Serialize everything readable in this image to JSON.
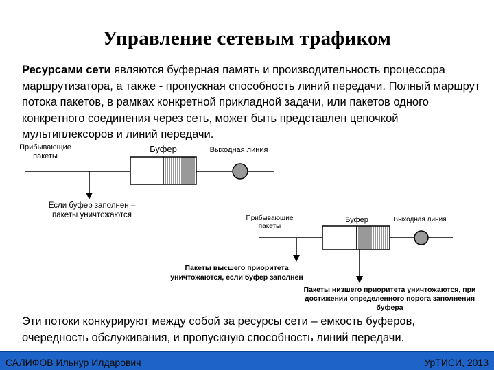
{
  "title": "Управление сетевым трафиком",
  "intro": {
    "lead": "Ресурсами сети",
    "text": " являются буферная память и производительность процессора маршрутизатора, а также - пропускная способность линий передачи. Полный маршрут потока пакетов, в рамках конкретной прикладной задачи, или пакетов одного конкретного соединения через сеть, может быть представлен цепочкой мультиплексоров и линий передачи."
  },
  "diagram1": {
    "incoming_line1": "Прибывающие",
    "incoming_line2": "пакеты",
    "buffer": "Буфер",
    "output": "Выходная линия",
    "drop_line1": "Если буфер заполнен –",
    "drop_line2": "пакеты уничтожаются"
  },
  "diagram2": {
    "incoming_line1": "Прибывающие",
    "incoming_line2": "пакеты",
    "buffer": "Буфер",
    "output": "Выходная линия",
    "high_line1": "Пакеты высшего приоритета",
    "high_line2": "уничтожаются, если буфер заполнен",
    "low_line1": "Пакеты низшего приоритета уничтожаются, при",
    "low_line2": "достижении определенного порога заполнения",
    "low_line3": "буфера"
  },
  "conclusion": "Эти потоки конкурируют между собой за ресурсы сети – емкость буферов, очередность обслуживания, и пропускную способность линий передачи.",
  "footer": {
    "author": "САЛИФОВ Ильнур Илдарович",
    "org": "УрТИСИ, 2013"
  }
}
